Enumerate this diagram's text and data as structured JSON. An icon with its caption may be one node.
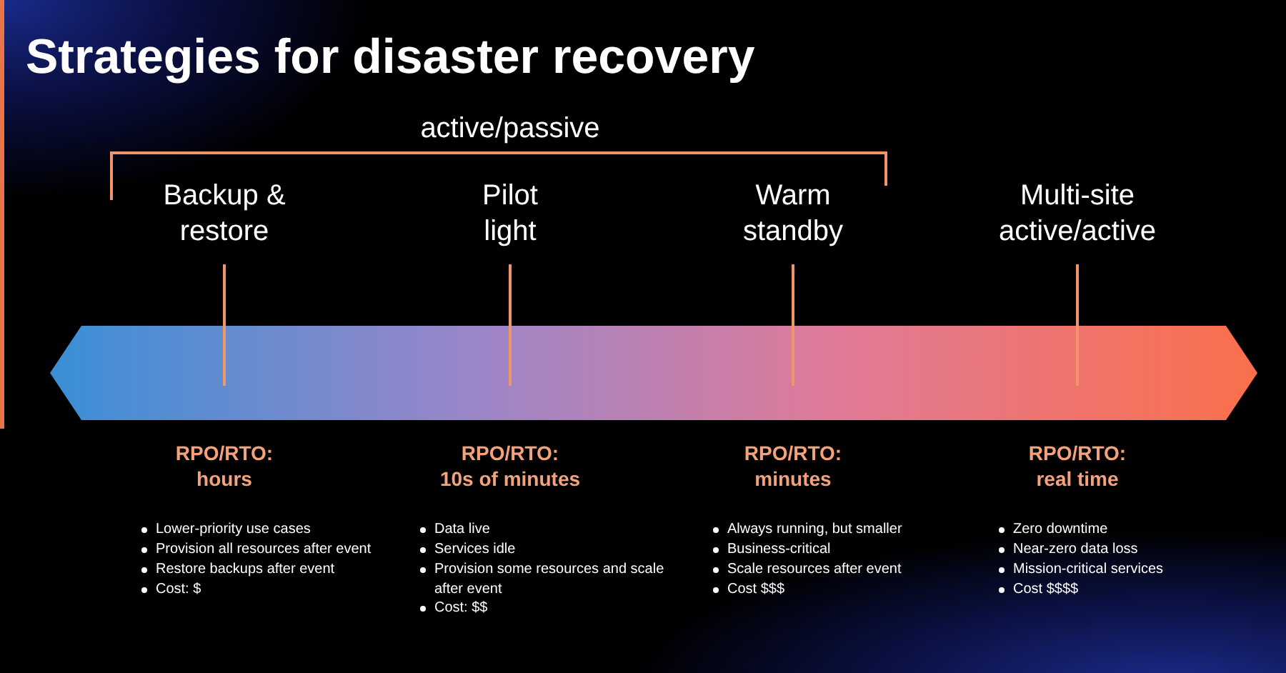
{
  "diagram": {
    "title": "Strategies for disaster recovery",
    "nodes": [
      {
        "text": [
          "Backup & restore"
        ]
      },
      {
        "text": [
          "Pilot light"
        ]
      },
      {
        "text": [
          "Warm standby"
        ]
      },
      {
        "text": [
          "Multi-site active/active"
        ]
      },
      {
        "text": [],
        "shape": "bar"
      }
    ],
    "edges": [
      {
        "from": 0,
        "to": 4,
        "arrow": "none"
      },
      {
        "from": 1,
        "to": 4,
        "arrow": "none"
      },
      {
        "from": 2,
        "to": 4,
        "arrow": "none"
      },
      {
        "from": 3,
        "to": 4,
        "arrow": "none"
      }
    ],
    "labels": [
      "active/passive",
      "RPO/RTO:",
      "hours",
      "RPO/RTO:",
      "10s of minutes",
      "RPO/RTO:",
      "minutes",
      "RPO/RTO:",
      "real time",
      "Lower-priority use cases",
      "Provision all resources after event",
      "Restore backups after event",
      "Cost: $",
      "Data live",
      "Services idle",
      "Provision some resources and scale after event",
      "Cost: $$",
      "Always running, but smaller",
      "Business-critical",
      "Scale resources after event",
      "Cost $$$",
      "Zero downtime",
      "Near-zero data loss",
      "Mission-critical services",
      "Cost $$$$"
    ]
  }
}
